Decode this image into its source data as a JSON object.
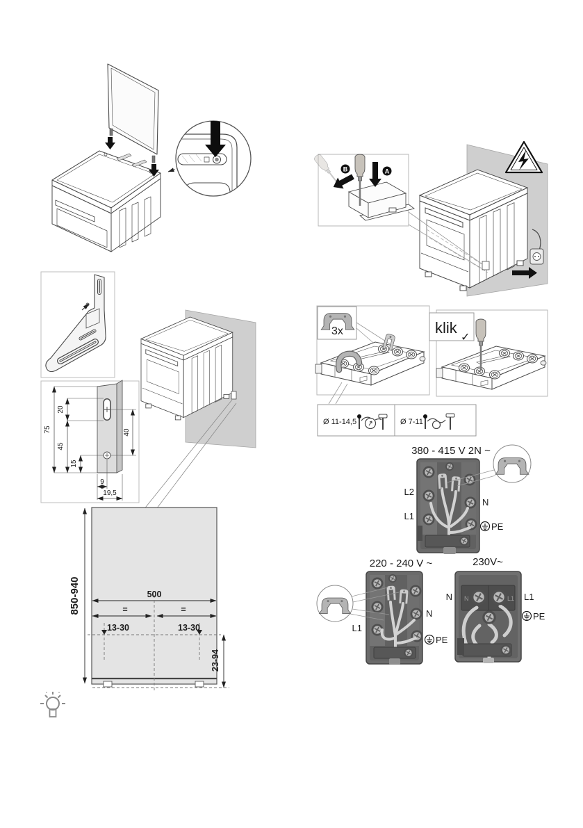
{
  "colors": {
    "wall": "#cfcfcf",
    "line_art": "#4a4a4a",
    "panel_border": "#b7b7b7",
    "block_body": "#6b6b6b",
    "screw_metal": "#b9b9b9",
    "wire": "#d6d6d6",
    "clip_gray": "#b4b4b4",
    "arrow_black": "#111111"
  },
  "icons": {
    "tip": "lightbulb-icon",
    "hazard": "high-voltage-warning-icon",
    "zoom": "zoom-circle",
    "clip": "bridge-clip-icon",
    "screwdriver": "screwdriver-icon",
    "earth": "pe-earth-icon"
  },
  "bracket_plate": {
    "total_height": "75",
    "slot_length": "20",
    "below_slot": "45",
    "hole_from_bottom": "15",
    "slot_to_hole": "40",
    "hole_offset": "9",
    "plate_width": "19,5"
  },
  "rear_dimensions": {
    "height_range": "850-940",
    "width": "500",
    "equal_left": "=",
    "equal_right": "=",
    "offset_left": "13-30",
    "offset_right": "13-30",
    "bottom_range": "23-94"
  },
  "cover_removal": {
    "step_a": "A",
    "step_b": "B"
  },
  "bridge_info": {
    "count": "3x",
    "click": "klik",
    "check": "✓"
  },
  "cable_glands": {
    "large": "Ø 11-14,5",
    "small": "Ø 7-11"
  },
  "wiring_380": {
    "title": "380 - 415 V 2N ~",
    "l2": "L2",
    "l1": "L1",
    "n": "N",
    "pe": "PE"
  },
  "wiring_220": {
    "title": "220 - 240 V ~",
    "l1": "L1",
    "n": "N",
    "pe": "PE"
  },
  "wiring_230": {
    "title": "230V~",
    "n": "N",
    "l1": "L1",
    "pe": "PE",
    "molded_n": "N",
    "molded_l1": "L1"
  }
}
